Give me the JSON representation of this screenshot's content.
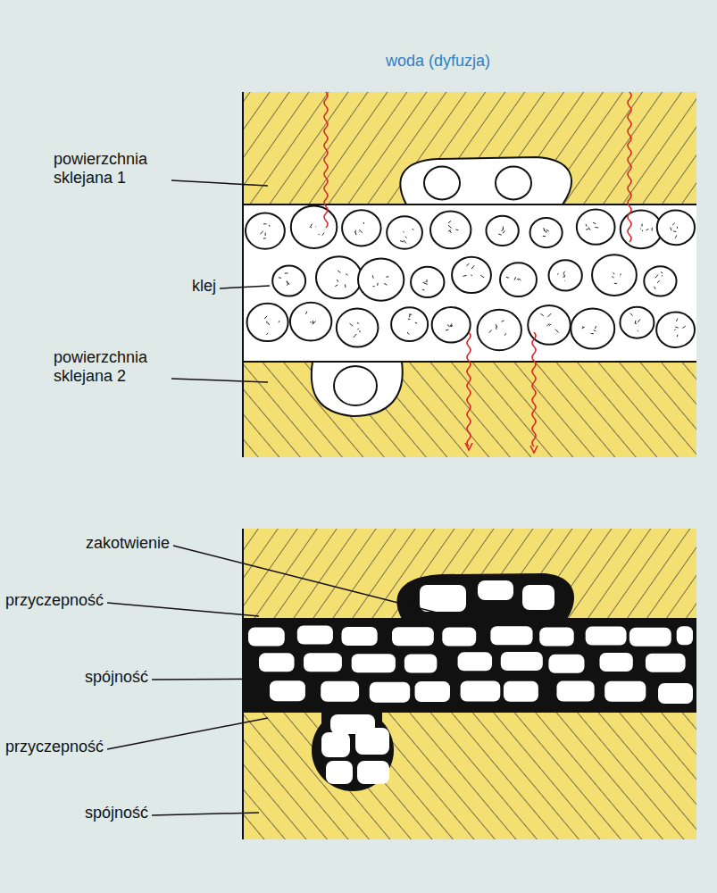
{
  "diagram": {
    "labels": [
      "woda (dyfuzja)",
      "powierzchnia sklejana 1",
      "klej",
      "powierzchnia sklejana 2",
      "zakotwienie",
      "przyczepność",
      "spójność",
      "przyczepność",
      "spójność"
    ]
  }
}
